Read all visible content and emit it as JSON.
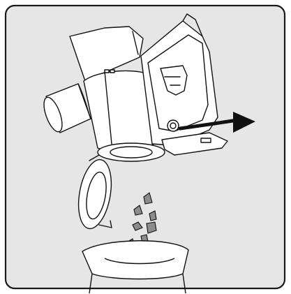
{
  "illustration": {
    "subject": "cordless-vacuum-dust-bin-emptying",
    "elements": [
      "handle",
      "trigger",
      "dust-bin",
      "motor-housing",
      "bin-lid-open",
      "debris",
      "waste-bag",
      "direction-arrow"
    ]
  },
  "colors": {
    "panel_background": "#e6e6e6",
    "panel_border": "#1a1a1a",
    "outline": "#111111",
    "device_fill": "#ffffff",
    "debris_fill": "#8c8c8c",
    "arrow_fill": "#111111"
  }
}
